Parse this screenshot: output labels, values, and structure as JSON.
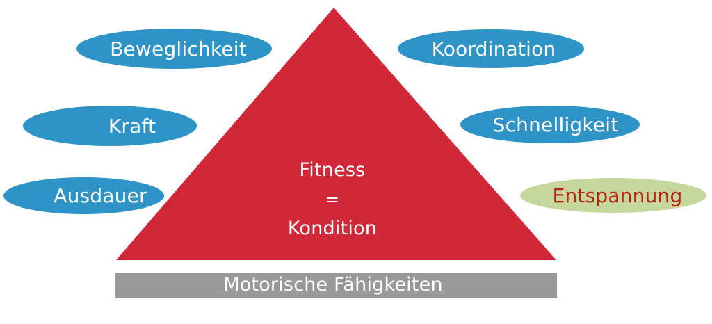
{
  "diagram": {
    "title_text_block": {
      "line1": "Fitness",
      "line2": "=",
      "line3": "Kondition"
    },
    "base_bar": {
      "label": "Motorische Fähigkeiten",
      "color": "#999999",
      "text_color": "#ffffff"
    },
    "pyramid": {
      "color": "#d02838",
      "shape": "triangle",
      "apex": "480,11",
      "base_left": "167,374",
      "base_right": "800,374"
    },
    "bubbles": [
      {
        "id": "beweglichkeit",
        "label": "Beweglichkeit",
        "fill": "#2e93c6",
        "text_color": "#ffffff",
        "side": "left"
      },
      {
        "id": "koordination",
        "label": "Koordination",
        "fill": "#2e93c6",
        "text_color": "#ffffff",
        "side": "right"
      },
      {
        "id": "kraft",
        "label": "Kraft",
        "fill": "#2e93c6",
        "text_color": "#ffffff",
        "side": "left"
      },
      {
        "id": "schnelligkeit",
        "label": "Schnelligkeit",
        "fill": "#2e93c6",
        "text_color": "#ffffff",
        "side": "right"
      },
      {
        "id": "ausdauer",
        "label": "Ausdauer",
        "fill": "#2e93c6",
        "text_color": "#ffffff",
        "side": "left"
      },
      {
        "id": "entspannung",
        "label": "Entspannung",
        "fill": "#c5d79c",
        "text_color": "#b52210",
        "side": "right"
      }
    ]
  }
}
